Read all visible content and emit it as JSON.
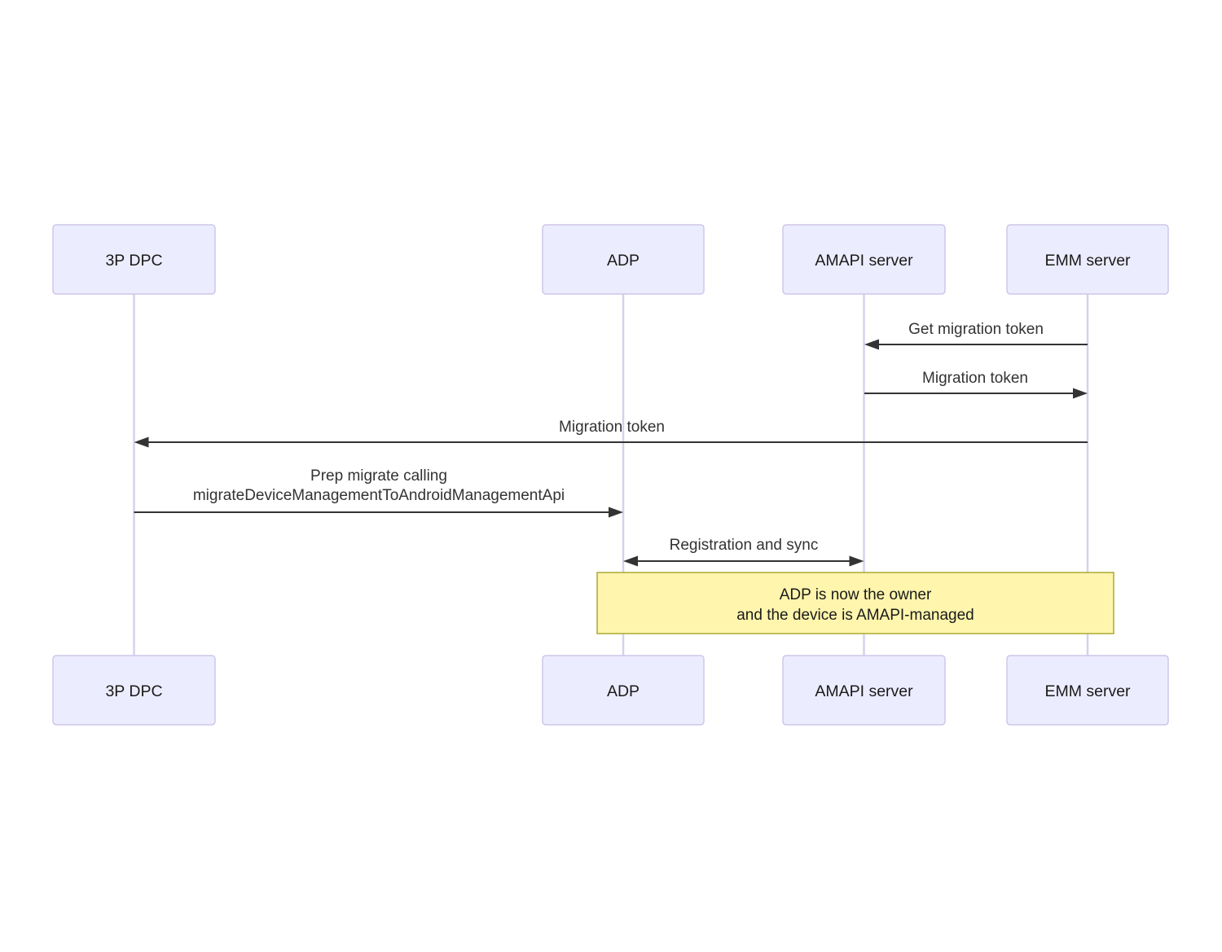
{
  "diagram": {
    "type": "sequence",
    "colors": {
      "background": "#FFFFFF",
      "actor_fill": "#ECECFF",
      "actor_border": "#CFC6E8",
      "lifeline": "#D8D0EE",
      "arrow": "#333333",
      "message_text": "#333333",
      "note_fill": "#FFF5AD",
      "note_border": "#AAAA33",
      "note_text": "#1A1A1A"
    },
    "actors": [
      {
        "label": "3P DPC"
      },
      {
        "label": "ADP"
      },
      {
        "label": "AMAPI server"
      },
      {
        "label": "EMM server"
      }
    ],
    "messages": [
      {
        "label": "Get migration token",
        "from": "EMM server",
        "to": "AMAPI server",
        "direction": "left"
      },
      {
        "label": "Migration token",
        "from": "AMAPI server",
        "to": "EMM server",
        "direction": "right"
      },
      {
        "label": "Migration token",
        "from": "EMM server",
        "to": "3P DPC",
        "direction": "left"
      },
      {
        "label_line1": "Prep migrate calling",
        "label_line2": "migrateDeviceManagementToAndroidManagementApi",
        "from": "3P DPC",
        "to": "ADP",
        "direction": "right"
      },
      {
        "label": "Registration and sync",
        "from": "ADP",
        "to": "AMAPI server",
        "direction": "both"
      }
    ],
    "note": {
      "over": "ADP, AMAPI server, EMM server",
      "line1": "ADP is now the owner",
      "line2": "and the device is AMAPI-managed"
    }
  }
}
